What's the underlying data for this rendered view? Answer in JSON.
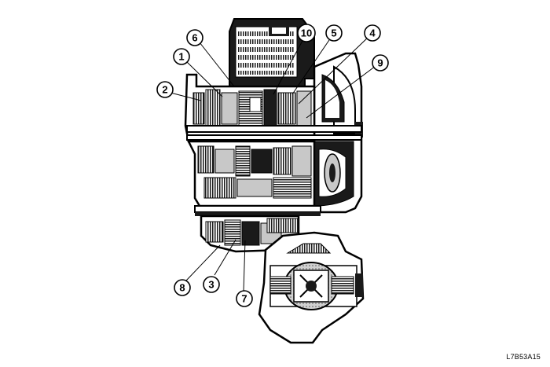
{
  "callouts": [
    {
      "id": "c1",
      "label": "1"
    },
    {
      "id": "c2",
      "label": "2"
    },
    {
      "id": "c3",
      "label": "3"
    },
    {
      "id": "c4",
      "label": "4"
    },
    {
      "id": "c5",
      "label": "5"
    },
    {
      "id": "c6",
      "label": "6"
    },
    {
      "id": "c7",
      "label": "7"
    },
    {
      "id": "c8",
      "label": "8"
    },
    {
      "id": "c9",
      "label": "9"
    },
    {
      "id": "c10",
      "label": "10"
    }
  ],
  "figure_code": "L7B53A15",
  "colors": {
    "ink": "#000000",
    "paper": "#ffffff",
    "shade": "#c8c8c8",
    "dark": "#1a1a1a"
  }
}
